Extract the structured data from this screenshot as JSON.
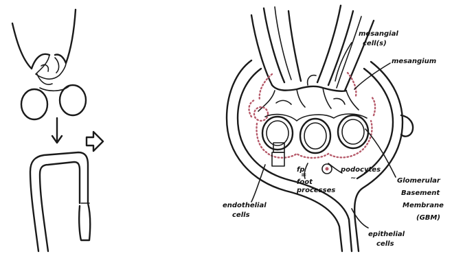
{
  "labels": {
    "mesangial_cells": [
      "mesangial",
      "cell(s)"
    ],
    "mesangium": "mesangium",
    "glomerular_basement_membrane": [
      "Glomerular",
      "Basement",
      "Membrane",
      "(GBM)"
    ],
    "podocytes": "podocytes",
    "foot_processes": [
      "fp",
      "=",
      "foot",
      "processes"
    ],
    "endothelial_cells": [
      "endothelial",
      "cells"
    ],
    "epithelial_cells": [
      "epithelial",
      "cells"
    ]
  },
  "colors": {
    "ink": "#1a1a1a",
    "podocyte_dots": "#b65a6a"
  },
  "icons": {
    "down_arrow": "arrow-down-icon",
    "outline_arrow": "outline-arrow-right-icon"
  }
}
